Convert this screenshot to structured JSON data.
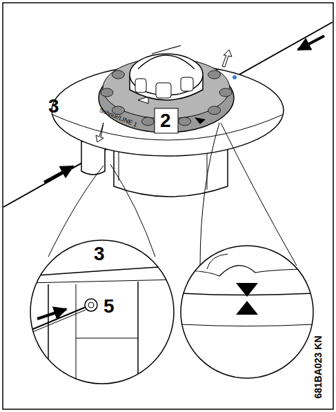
{
  "diagram": {
    "labels": [
      "3",
      "2",
      "Schnur/LINE 1",
      "3",
      "5",
      "681BA023 KN"
    ]
  }
}
